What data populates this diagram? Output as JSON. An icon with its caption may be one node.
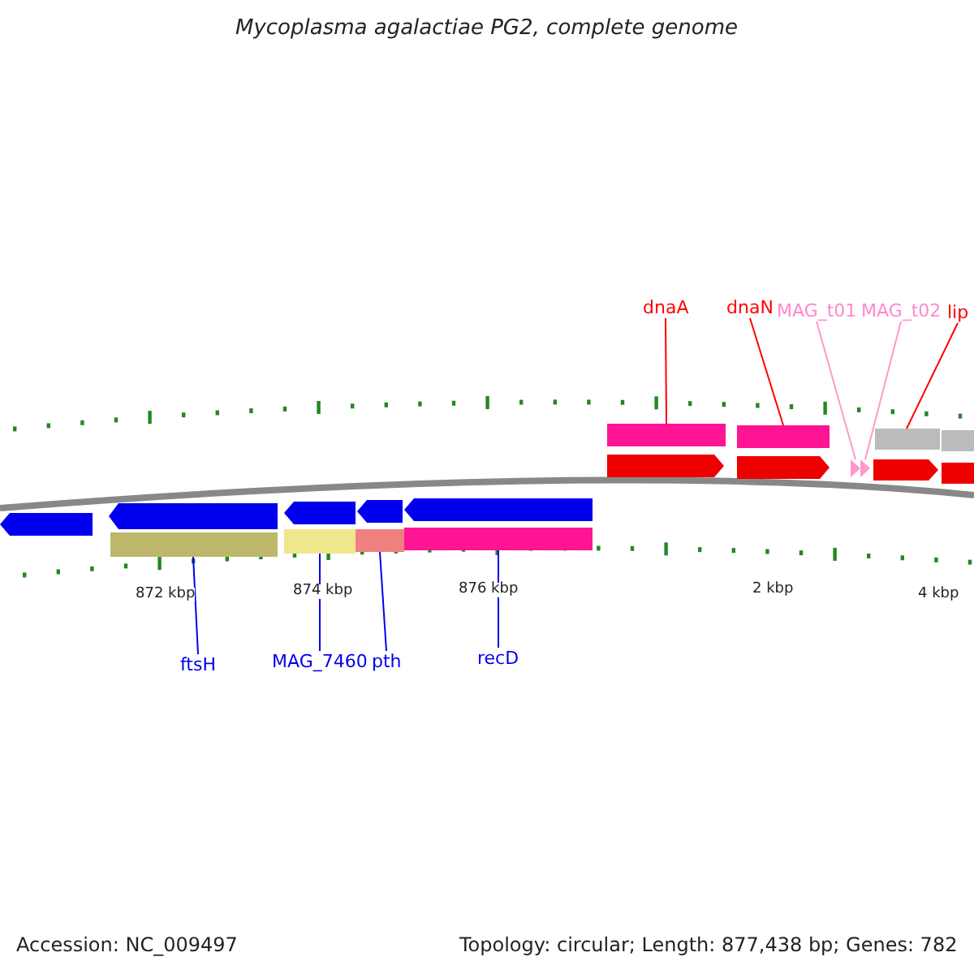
{
  "diagram": {
    "title": "Mycoplasma agalactiae PG2, complete genome",
    "nodes": [
      {
        "text": [
          "dnaA"
        ]
      },
      {
        "text": [
          "dnaN"
        ]
      },
      {
        "text": [
          "MAG_t01"
        ]
      },
      {
        "text": [
          "MAG_t02"
        ]
      },
      {
        "text": [
          "lip"
        ]
      },
      {
        "text": [],
        "shape": "bar"
      },
      {
        "text": [],
        "shape": "bar"
      },
      {
        "text": [],
        "shape": "bar"
      },
      {
        "text": [],
        "shape": "bar"
      },
      {
        "text": [],
        "shape": "bar"
      },
      {
        "text": [
          "ftsH"
        ]
      },
      {
        "text": [
          "MAG_7460"
        ]
      },
      {
        "text": [
          "pth"
        ]
      },
      {
        "text": [
          "recD"
        ]
      },
      {
        "text": [],
        "shape": "bar"
      },
      {
        "text": [],
        "shape": "bar"
      },
      {
        "text": [],
        "shape": "bar"
      },
      {
        "text": [],
        "shape": "bar"
      }
    ],
    "edges": [
      {
        "from": 0,
        "to": 5,
        "arrow": "none",
        "color": "#ff0000"
      },
      {
        "from": 1,
        "to": 6,
        "arrow": "none",
        "color": "#ff0000"
      },
      {
        "from": 2,
        "to": 7,
        "arrow": "none",
        "color": "#ff99cc"
      },
      {
        "from": 3,
        "to": 8,
        "arrow": "none",
        "color": "#ff99cc"
      },
      {
        "from": 4,
        "to": 9,
        "arrow": "none",
        "color": "#ff0000"
      },
      {
        "from": 10,
        "to": 14,
        "arrow": "none"
      },
      {
        "from": 11,
        "to": 15,
        "arrow": "none"
      },
      {
        "from": 12,
        "to": 16,
        "arrow": "none"
      },
      {
        "from": 13,
        "to": 17,
        "arrow": "none"
      }
    ],
    "labels": [
      "872 kbp",
      "874 kbp",
      "876 kbp",
      "2 kbp",
      "4 kbp",
      "Accession: NC_009497",
      "Topology: circular; Length: 877,438 bp; Genes: 782"
    ]
  }
}
